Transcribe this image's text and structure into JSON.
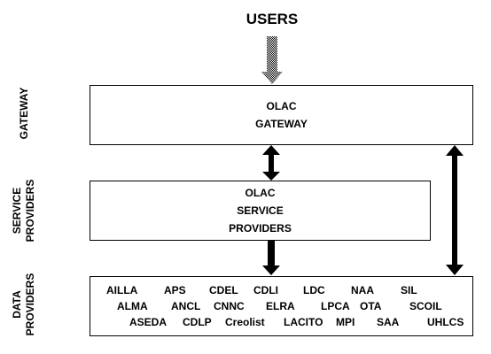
{
  "title": "USERS",
  "side_labels": {
    "gateway": [
      "GATEWAY"
    ],
    "service": [
      "SERVICE",
      "PROVIDERS"
    ],
    "data": [
      "DATA",
      "PROVIDERS"
    ]
  },
  "gateway_box": {
    "lines": [
      "OLAC",
      "GATEWAY"
    ]
  },
  "service_box": {
    "lines": [
      "OLAC",
      "SERVICE",
      "PROVIDERS"
    ]
  },
  "data_providers": {
    "row1": [
      "AILLA",
      "APS",
      "CDEL",
      "CDLI",
      "LDC",
      "NAA",
      "SIL"
    ],
    "row2": [
      "ALMA",
      "ANCL",
      "CNNC",
      "ELRA",
      "LPCA",
      "OTA",
      "SCOIL"
    ],
    "row3": [
      "ASEDA",
      "CDLP",
      "Creolist",
      "LACITO",
      "MPI",
      "SAA",
      "UHLCS"
    ]
  }
}
